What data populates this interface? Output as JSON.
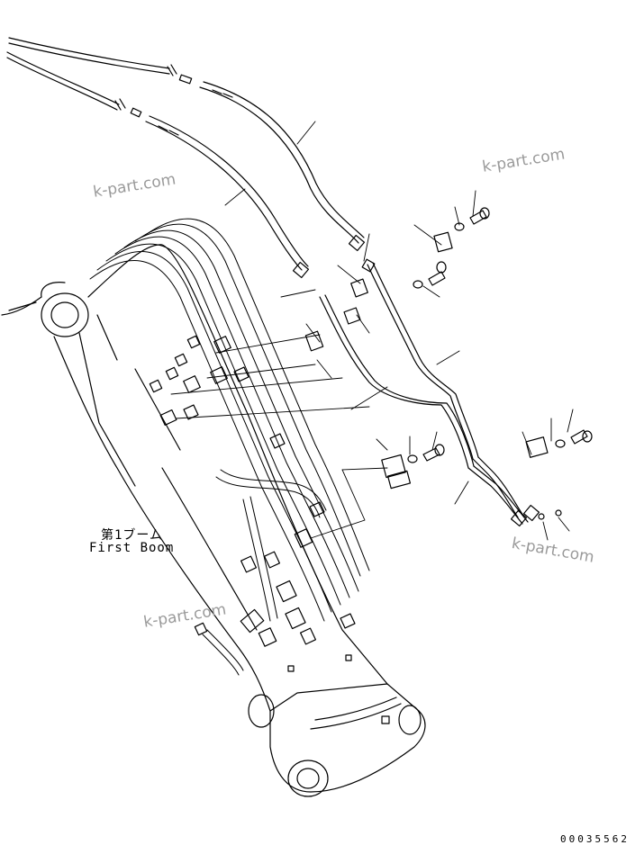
{
  "labels": {
    "boom_jp": "第1ブーム",
    "boom_en": "First Boom"
  },
  "watermarks": [
    "k-part.com",
    "k-part.com",
    "k-part.com",
    "k-part.com"
  ],
  "document_number": "00035562",
  "colors": {
    "line": "#000000",
    "watermark": "#9a9a9a",
    "background": "#ffffff"
  }
}
